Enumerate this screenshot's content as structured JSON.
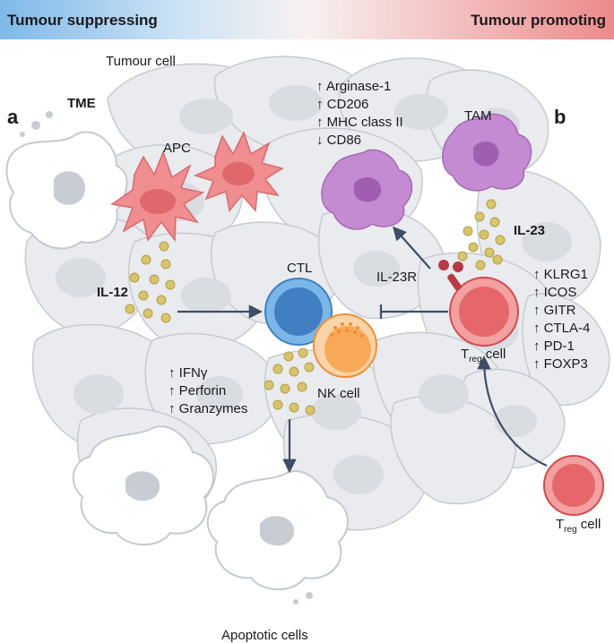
{
  "header": {
    "left": "Tumour suppressing",
    "right": "Tumour promoting",
    "gradient": [
      "#7fb9e8",
      "#f4f6f8",
      "#ec8a8c"
    ]
  },
  "panel_a": {
    "letter": "a",
    "tme": "TME",
    "tumour_cell": "Tumour cell",
    "apc": "APC",
    "il12": "IL-12"
  },
  "panel_b": {
    "letter": "b",
    "tam": "TAM",
    "il23": "IL-23",
    "il23r": "IL-23R",
    "tam_changes": [
      "↑ Arginase-1",
      "↑ CD206",
      "↑ MHC class II",
      "↓ CD86"
    ],
    "treg_markers": [
      "↑ KLRG1",
      "↑ ICOS",
      "↑ GITR",
      "↑ CTLA-4",
      "↑ PD-1",
      "↑ FOXP3"
    ]
  },
  "center": {
    "ctl": "CTL",
    "nk": "NK cell",
    "effects": [
      "↑ IFNγ",
      "↑ Perforin",
      "↑ Granzymes"
    ],
    "apoptotic": "Apoptotic cells"
  },
  "treg": {
    "main": "T",
    "sub": "reg",
    "suffix": " cell"
  },
  "colors": {
    "tissue": "#e8eaee",
    "tissue_stroke": "#c9ccd2",
    "nucleus": "#d6d9de",
    "apc": "#ef8d8f",
    "tam": "#c58bd2",
    "ctl": "#5aa5de",
    "nk": "#f8b77a",
    "treg": "#e5676a",
    "dot": "#d8c46a",
    "arrow": "#3d4e66"
  }
}
